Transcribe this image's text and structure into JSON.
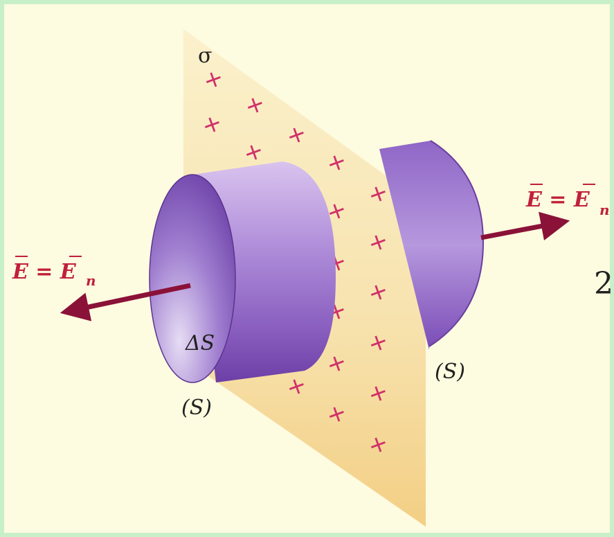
{
  "labels": {
    "sigma": "σ",
    "field_left": "E = E",
    "field_left_sub": "n",
    "field_right": "E = E",
    "field_right_sub": "n",
    "delta_s": "ΔS",
    "surface_left": "(S)",
    "surface_right": "(S)",
    "side_number": "2"
  },
  "charge_symbol": "+",
  "colors": {
    "background": "#fdfbe0",
    "border": "#c8f0c8",
    "plane": "#f6dfa6",
    "cylinder": "#9a78c8",
    "arrow": "#8a1238",
    "charge": "#d0306a",
    "field_text": "#c0203a"
  }
}
